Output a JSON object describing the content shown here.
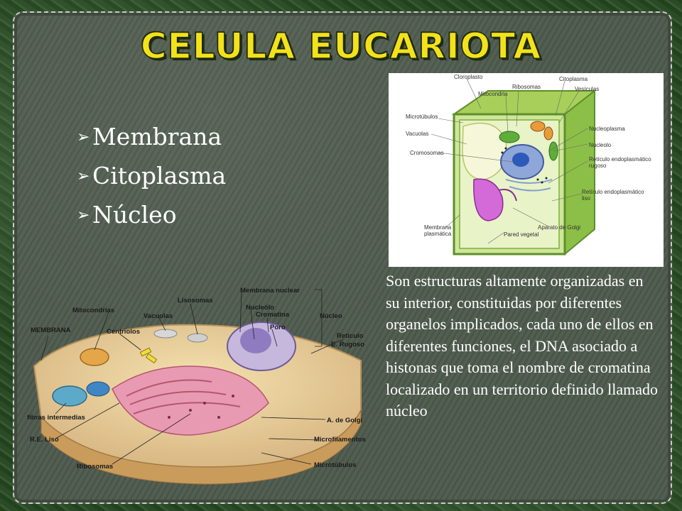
{
  "slide": {
    "title": "CELULA EUCARIOTA",
    "bullets": [
      "Membrana",
      "Citoplasma",
      "Núcleo"
    ],
    "description": "Son estructuras altamente organizadas en su interior, constituidas por diferentes organelos implicados, cada uno de ellos en diferentes funciones, el DNA asociado a histonas que toma el nombre de cromatina localizado en un territorio definido llamado núcleo"
  },
  "plant_cell": {
    "labels": {
      "cloroplasto": "Cloroplasto",
      "ribosomas": "Ribosomas",
      "citoplasma": "Citoplasma",
      "mitocondria": "Mitocondria",
      "vesiculas": "Vesículas",
      "microtubulos": "Microtúbulos",
      "nucleoplasma": "Nucleoplasma",
      "vacuolas": "Vacuolas",
      "nucleolo": "Nucleolo",
      "cromosomas": "Cromosomas",
      "reticulo_rugoso_1": "Retículo endoplasmático",
      "reticulo_rugoso_2": "rugoso",
      "reticulo_liso_1": "Retículo endoplasmático",
      "reticulo_liso_2": "liso",
      "membrana_1": "Membrana",
      "membrana_2": "plasmática",
      "aparato_golgi": "Aparato de Golgi",
      "pared_vegetal": "Pared vegetal"
    }
  },
  "animal_cell": {
    "labels": {
      "lisosomas": "Lisosomas",
      "membrana_nuclear": "Membrana nuclear",
      "mitocondrias": "Mitocondrias",
      "vacuolas": "Vacuolas",
      "nucleolo": "Nucleólo",
      "cromatina": "Cromatina",
      "nucleo": "Núcleo",
      "membrana": "MEMBRANA",
      "centriolos": "Centriolos",
      "poro": "Poro",
      "reticulo": "Retículo",
      "e_rugoso": "E. Rugoso",
      "fibras": "fibras intermedias",
      "a_golgi": "A. de Golgi",
      "re_liso": "R.E. Liso",
      "microfilamentos": "Microfilamentos",
      "ribosomas": "Ribosomas",
      "microtubulos": "Microtúbulos"
    }
  },
  "colors": {
    "title": "#f3e21a",
    "text": "#ffffff",
    "panel": "#4e5a4d"
  }
}
